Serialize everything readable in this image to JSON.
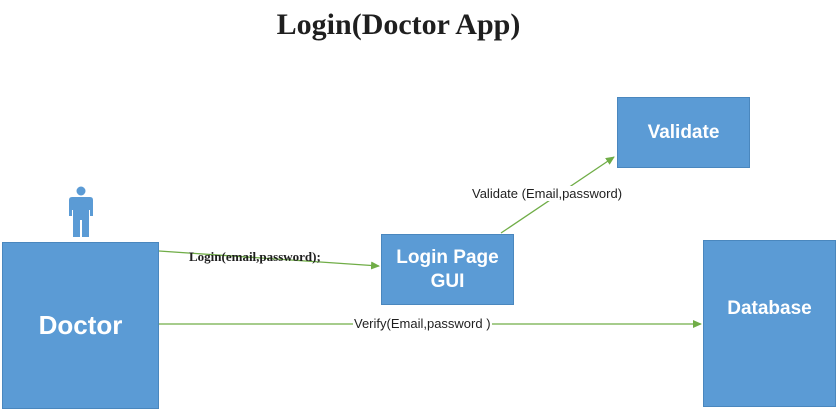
{
  "title": "Login(Doctor App)",
  "colors": {
    "box_fill": "#5b9bd5",
    "connector": "#70ad47",
    "box_text": "#ffffff"
  },
  "nodes": {
    "doctor": "Doctor",
    "login_page": "Login Page\nGUI",
    "validate": "Validate",
    "database": "Database"
  },
  "edges": {
    "login": "Login(email,password);",
    "validate": "Validate (Email,password)",
    "verify": "Verify(Email,password )"
  },
  "icons": {
    "actor": "person-icon"
  }
}
